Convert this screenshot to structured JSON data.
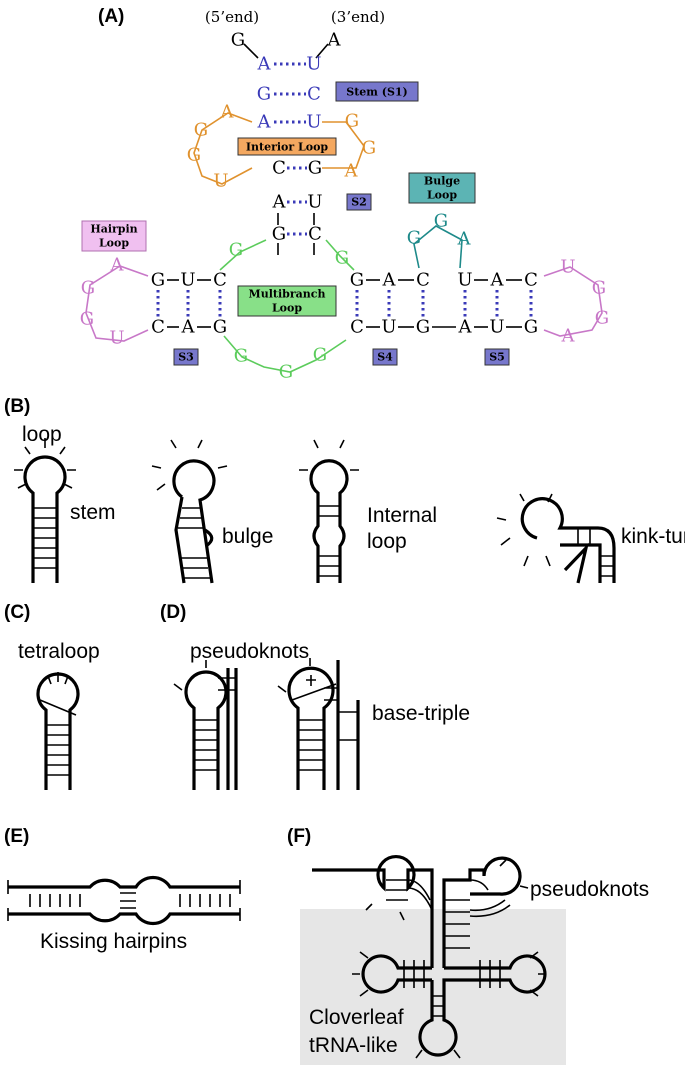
{
  "panels": {
    "a": "(A)",
    "b": "(B)",
    "c": "(C)",
    "d": "(D)",
    "e": "(E)",
    "f": "(F)"
  },
  "panel_a": {
    "end5": "(5’end)",
    "end3": "(3’end)",
    "labels": {
      "stem_s1": "Stem (S1)",
      "interior_loop": "Interior Loop",
      "s2": "S2",
      "bulge_loop_1": "Bulge",
      "bulge_loop_2": "Loop",
      "hairpin_loop_1": "Hairpin",
      "hairpin_loop_2": "Loop",
      "multibranch_1": "Multibranch",
      "multibranch_2": "Loop",
      "s3": "S3",
      "s4": "S4",
      "s5": "S5"
    },
    "colors": {
      "stem": "#3a3ab8",
      "interior": "#e0922e",
      "bulge": "#1e8a8a",
      "hairpin": "#c878c8",
      "multibranch": "#5ccc5c",
      "box_blue": "#7777cc",
      "box_orange": "#f4a860",
      "box_teal": "#5cb4b4",
      "box_pink": "#f0c0f0",
      "box_green": "#88e088"
    },
    "nucleotides": {
      "top_g": "G",
      "top_a": "A",
      "s1_l1": "A",
      "s1_r1": "U",
      "s1_l2": "G",
      "s1_r2": "C",
      "s1_l3": "A",
      "s1_r3": "U",
      "il_l1": "A",
      "il_l2": "G",
      "il_l3": "G",
      "il_l4": "U",
      "il_r1": "G",
      "il_r2": "G",
      "il_r3": "A",
      "s2_l1": "C",
      "s2_r1": "G",
      "s2_l2": "A",
      "s2_r2": "U",
      "s2_l3": "G",
      "s2_r3": "C",
      "mb_top_l": "G",
      "mb_top_r": "G",
      "mb_b1": "G",
      "mb_b2": "G",
      "mb_b3": "G",
      "s3_t1": "G",
      "s3_t2": "U",
      "s3_t3": "C",
      "s3_b1": "C",
      "s3_b2": "A",
      "s3_b3": "G",
      "hp1": "A",
      "hp2": "G",
      "hp3": "G",
      "hp4": "U",
      "s4_t1": "G",
      "s4_t2": "A",
      "s4_t3": "C",
      "s4_b1": "C",
      "s4_b2": "U",
      "s4_b3": "G",
      "bl1": "G",
      "bl2": "G",
      "bl3": "A",
      "s5_t1": "U",
      "s5_t2": "A",
      "s5_t3": "C",
      "s5_b1": "A",
      "s5_b2": "U",
      "s5_b3": "G",
      "rl1": "U",
      "rl2": "G",
      "rl3": "G",
      "rl4": "A"
    }
  },
  "panel_b": {
    "loop": "loop",
    "stem": "stem",
    "bulge": "bulge",
    "internal_1": "Internal",
    "internal_2": "loop",
    "kink_turn": "kink-turn"
  },
  "panel_c": {
    "tetraloop": "tetraloop"
  },
  "panel_d": {
    "pseudoknots": "pseudoknots",
    "base_triple": "base-triple"
  },
  "panel_e": {
    "kissing": "Kissing hairpins"
  },
  "panel_f": {
    "pseudoknots": "pseudoknots",
    "cloverleaf_1": "Cloverleaf",
    "cloverleaf_2": "tRNA-like",
    "shade": "#e6e6e6"
  }
}
